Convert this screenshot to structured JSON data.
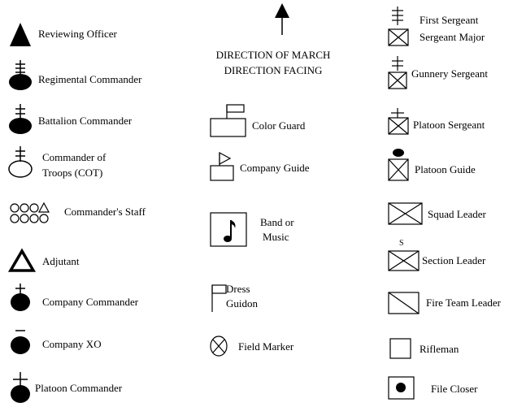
{
  "legend": {
    "left": {
      "reviewing_officer": "Reviewing Officer",
      "regimental_commander": "Regimental Commander",
      "battalion_commander": "Battalion Commander",
      "cot_line1": "Commander of",
      "cot_line2": "Troops  (COT)",
      "commanders_staff": "Commander's Staff",
      "adjutant": "Adjutant",
      "company_commander": "Company Commander",
      "company_xo": "Company XO",
      "platoon_commander": "Platoon Commander"
    },
    "middle": {
      "direction_march": "DIRECTION OF MARCH",
      "direction_facing": "DIRECTION FACING",
      "color_guard": "Color Guard",
      "company_guide": "Company Guide",
      "band_line1": "Band or",
      "band_line2": "Music",
      "dress_line1": "Dress",
      "dress_line2": "Guidon",
      "field_marker": "Field Marker"
    },
    "right": {
      "first_sergeant": "First Sergeant",
      "sergeant_major": "Sergeant Major",
      "gunnery_sergeant": "Gunnery Sergeant",
      "platoon_sergeant": "Platoon Sergeant",
      "platoon_guide": "Platoon Guide",
      "squad_leader": "Squad Leader",
      "section_leader": "Section Leader",
      "section_leader_mark": "S",
      "fire_team_leader": "Fire Team Leader",
      "rifleman": "Rifleman",
      "file_closer": "File Closer"
    }
  }
}
